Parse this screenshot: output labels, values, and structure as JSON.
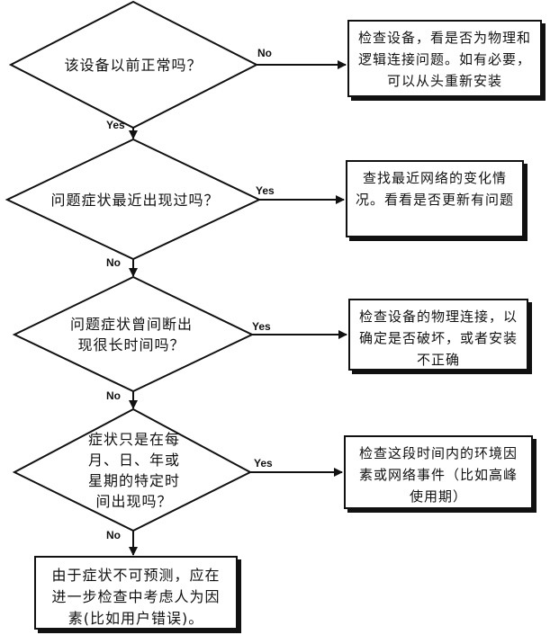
{
  "questions": [
    {
      "text": "该设备以前正常吗？"
    },
    {
      "text": "问题症状最近出现过吗？"
    },
    {
      "text": "问题症状曾间断出现很长时间吗？"
    },
    {
      "text": "症状只是在每月、日、年或星期的特定时间出现吗？"
    }
  ],
  "actions": [
    {
      "text": "检查设备，看是否为物理和逻辑连接问题。如有必要，可以从头重新安装"
    },
    {
      "text": "查找最近网络的变化情况。看看是否更新有问题"
    },
    {
      "text": "检查设备的物理连接，以确定是否破坏，或者安装不正确"
    },
    {
      "text": "检查这段时间内的环境因素或网络事件（比如高峰使用期）"
    }
  ],
  "labels": {
    "yes": "Yes",
    "no": "No"
  },
  "final": {
    "text": "由于症状不可预测，应在进一步检查中考虑人为因素(比如用户错误)。"
  }
}
